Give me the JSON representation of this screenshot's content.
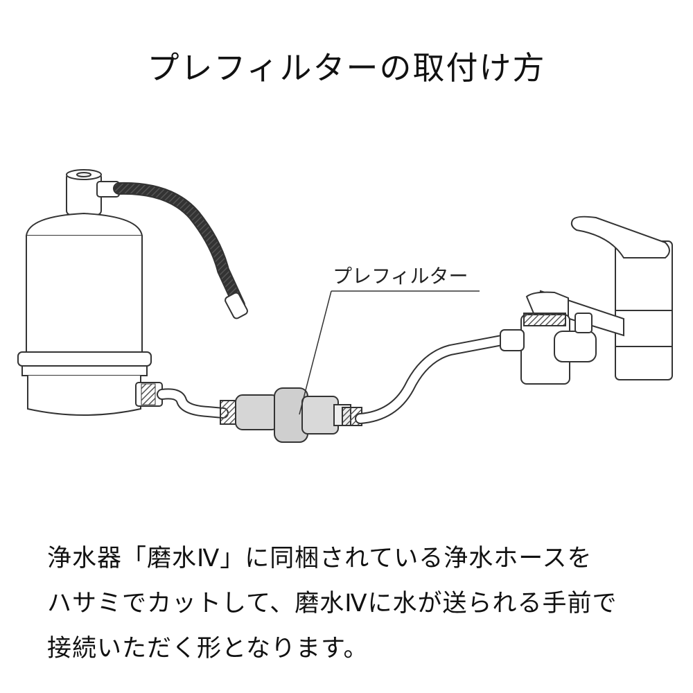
{
  "title": "プレフィルターの取付け方",
  "diagram": {
    "callout_label": "プレフィルター"
  },
  "caption": {
    "lines": [
      "浄水器「磨水Ⅳ」に同梱されている浄水ホースを",
      "ハサミでカットして、磨水Ⅳに水が送られる手前で",
      "接続いただく形となります。"
    ]
  }
}
